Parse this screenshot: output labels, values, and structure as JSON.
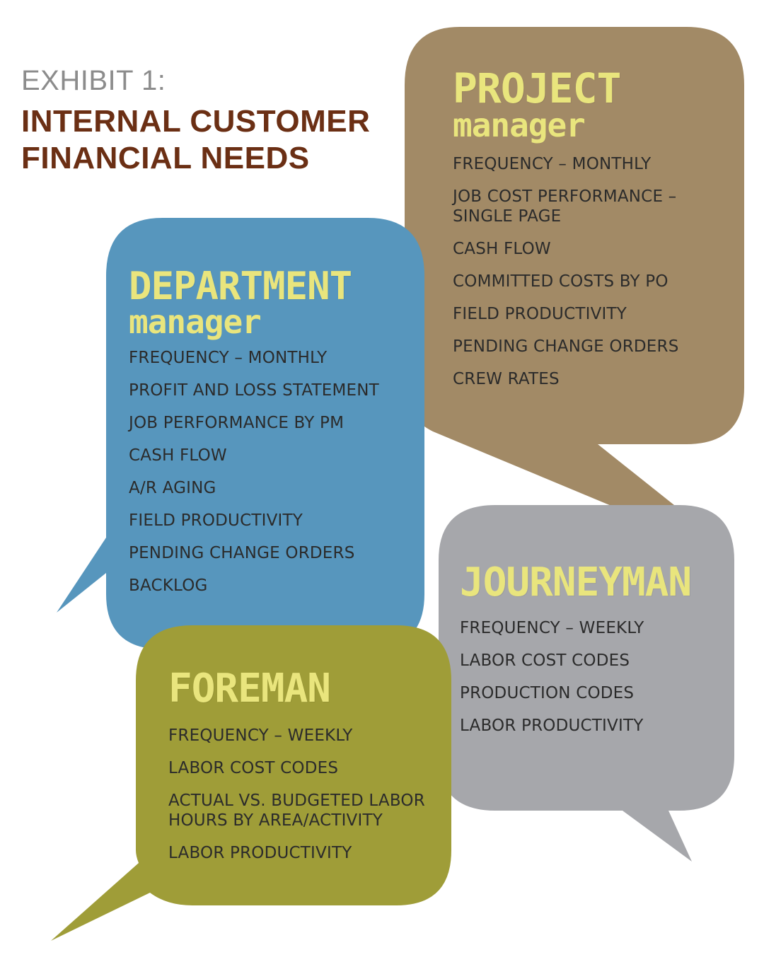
{
  "header": {
    "exhibit_label": "EXHIBIT 1:",
    "title_line1": "INTERNAL CUSTOMER",
    "title_line2": "FINANCIAL NEEDS"
  },
  "colors": {
    "project_bubble": "#a28a66",
    "department_bubble": "#5796bd",
    "journeyman_bubble": "#a6a7ab",
    "foreman_bubble": "#9f9d38",
    "role_title": "#e9e57d",
    "header_title": "#6b2f14",
    "header_label": "#8c8c8c"
  },
  "bubbles": {
    "project": {
      "title": "PROJECT",
      "subtitle": "manager",
      "items": [
        "FREQUENCY – MONTHLY",
        "JOB COST PERFORMANCE –\nSINGLE PAGE",
        "CASH FLOW",
        "COMMITTED COSTS BY PO",
        "FIELD PRODUCTIVITY",
        "PENDING CHANGE ORDERS",
        "CREW RATES"
      ]
    },
    "department": {
      "title": "DEPARTMENT",
      "subtitle": "manager",
      "items": [
        "FREQUENCY – MONTHLY",
        "PROFIT AND LOSS STATEMENT",
        "JOB PERFORMANCE BY PM",
        "CASH FLOW",
        "A/R AGING",
        "FIELD PRODUCTIVITY",
        "PENDING CHANGE ORDERS",
        "BACKLOG"
      ]
    },
    "journeyman": {
      "title": "JOURNEYMAN",
      "items": [
        "FREQUENCY – WEEKLY",
        "LABOR COST CODES",
        "PRODUCTION CODES",
        "LABOR PRODUCTIVITY"
      ]
    },
    "foreman": {
      "title": "FOREMAN",
      "items": [
        "FREQUENCY – WEEKLY",
        "LABOR COST CODES",
        "ACTUAL VS. BUDGETED LABOR\nHOURS BY AREA/ACTIVITY",
        "LABOR PRODUCTIVITY"
      ]
    }
  }
}
